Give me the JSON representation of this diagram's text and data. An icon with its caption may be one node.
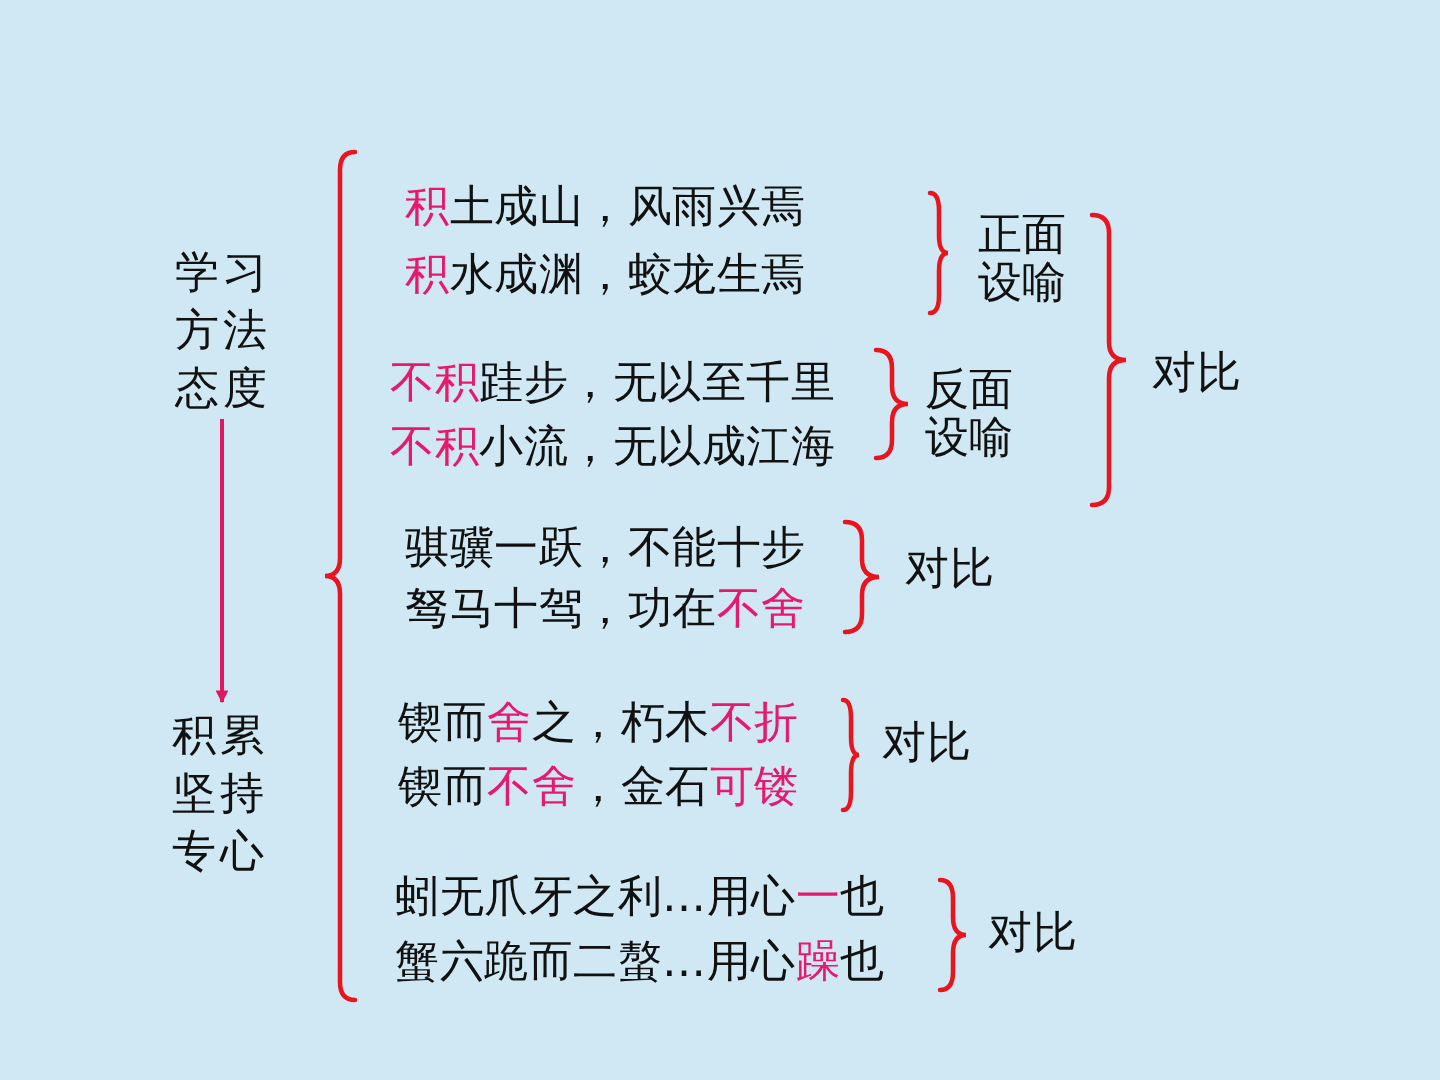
{
  "diagram": {
    "nodes": [
      {
        "text": [
          "学习方法态度"
        ]
      },
      {
        "text": [
          "积累坚持专心"
        ]
      }
    ],
    "edges": [
      {
        "from": 0,
        "to": 1,
        "arrow": "to"
      }
    ],
    "labels": [
      "积",
      "土成山，风雨兴焉",
      "积",
      "水成渊，蛟龙生焉",
      "正面设喻",
      "不积",
      "跬步，无以至千里",
      "不积",
      "小流，无以成江海",
      "反面设喻",
      "对比",
      "骐骥一跃，不能十步",
      "驽马十驾，功在",
      "不舍",
      "对比",
      "锲而",
      "舍",
      "之，朽木",
      "不折",
      "锲而",
      "不舍",
      "，金石",
      "可镂",
      "对比",
      "蚓无爪牙之利…用心",
      "一",
      "也",
      "蟹六跪而二螯…用心",
      "躁",
      "也",
      "对比"
    ]
  }
}
